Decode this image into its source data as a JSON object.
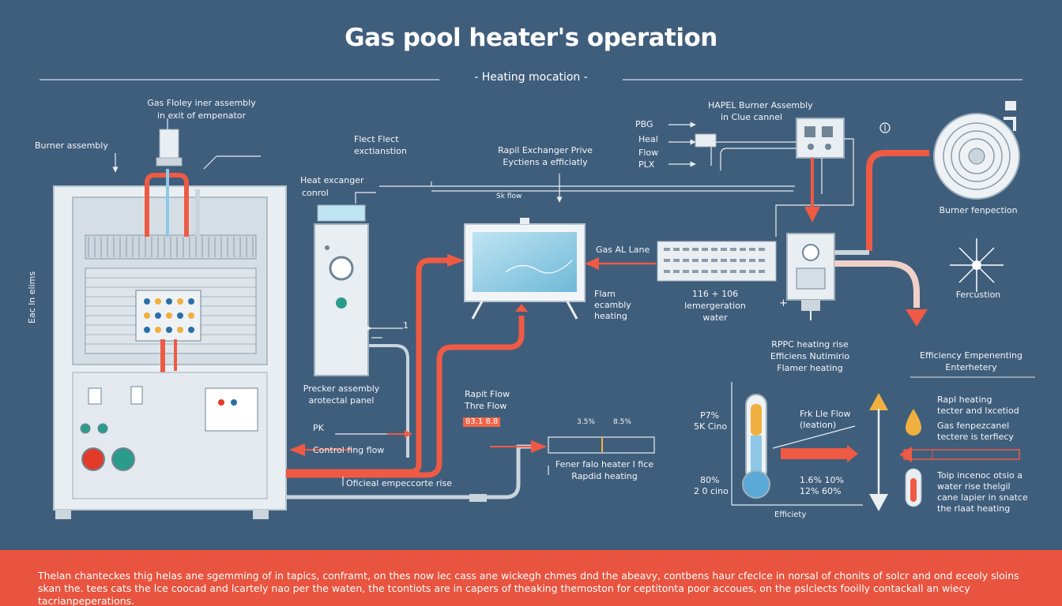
{
  "header": {
    "title": "Gas pool heater's operation",
    "subtitle": "- Heating mocation -"
  },
  "labels": {
    "gas_flow_inner": "Gas Floley iner assembly",
    "in_exit": "in exit of empenator",
    "burner_assembly_left": "Burner assembly",
    "flect": "Flect Flect",
    "extinction": "exctianstion",
    "heat_exchanger": "Heat excanger",
    "control": "conrol",
    "rapid_exchanger": "Rapil Exchanger Prive",
    "eyections": "Eyctiens a efficiatly",
    "sk_flow": "Sk flow",
    "hapel_burner": "HAPEL Burner Assembly",
    "in_clue": "in Clue cannel",
    "pbg": "PBG",
    "heal": "Heal",
    "flow": "Flow",
    "plx": "PLX",
    "gas_al_lane": "Gas AL Lane",
    "flam": "Flam",
    "ecambly": "ecambly",
    "heating_small": "heating",
    "temp_116": "116 + 106",
    "lemergeration": "lemergeration",
    "water": "water",
    "side_vertical": "Eac ln elims",
    "burner_fenpection": "Burner fenpection",
    "fercustion": "Fercustion",
    "rppc_heating": "RPPC heating rise",
    "efficiens_nutimirio": "Efficiens Nutimirio",
    "flamer_heating": "Flamer heating",
    "efficiency_emp": "Efficiency Empenenting",
    "enterhetery": "Enterhetery",
    "precker_assembly": "Precker assembly",
    "arotectal_panel": "arotectal panel",
    "rapit_flow": "Rapit Flow",
    "thre_flow": "Thre Flow",
    "tag_value": "83.1 8.8",
    "pk": "PK",
    "control_fing_flow": "Control fing flow",
    "oficieal": "Oficieal empeccorte rise",
    "pct_35": "3.5%",
    "pct_85": "8.5%",
    "fener": "Fener falo heater I fice",
    "rapdid_heating": "Rapdid heating",
    "p7_pct": "P7%",
    "sk_cino": "5K Cino",
    "p80_pct": "80%",
    "c80_cino": "2 0 cino",
    "frk_flow": "Frk Lle Flow",
    "leation": "(leation)",
    "pct_15": "1.6% 10%",
    "pct_12": "12% 60%",
    "efficiety": "Efficiety",
    "rapl_heating": "Rapl heating",
    "tecter": "tecter and lxcetiod",
    "gas_tenp": "Gas fenpezcanel",
    "tectere_ferficy": "tectere is terfiecy",
    "toip_1": "Toip incenoc otsio a",
    "toip_2": "water rise thelgil",
    "toip_3": "cane lapier in snatce",
    "toip_4": "the rlaat heating",
    "num_1": "1",
    "num_plus": "+"
  },
  "footer": {
    "text": "Thelan chanteckes thig helas ane sgemming of in tapics, conframt, on thes now lec cass ane wickegh chmes dnd the abeavy, contbens haur cfeclce in norsal of chonits of solcr and ond eceoly sloins skan the. tees cats the lce coocad and lcartely nao per the waten, the tcontiots are in capers of theaking themoston for ceptitonta poor accoues, on the pslclects fooilly contackall an wiecy tacrianpeperations."
  },
  "colors": {
    "background": "#3f5e7c",
    "hot_pipe": "#ef5a44",
    "cold_pipe": "#c9d4dd",
    "footer": "#e8543f",
    "accent_yellow": "#f0b040",
    "accent_teal": "#2b9c8c"
  }
}
